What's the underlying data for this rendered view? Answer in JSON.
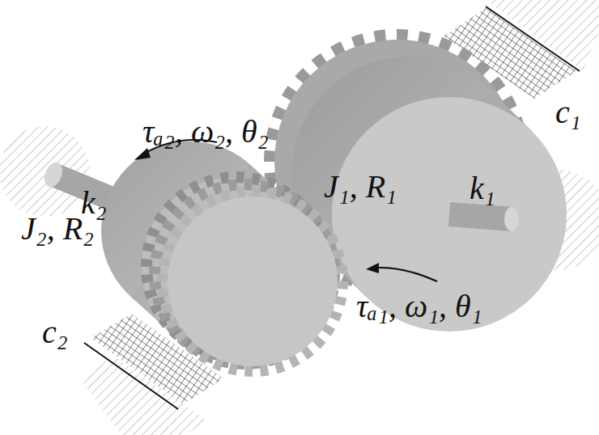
{
  "diagram": {
    "labels": [
      "c₁",
      "τₐ₂, ω₂, θ₂",
      "J₁, R₁",
      "k₁",
      "k₂",
      "J₂, R₂",
      "τₐ₁, ω₁, θ₁",
      "c₂"
    ]
  }
}
